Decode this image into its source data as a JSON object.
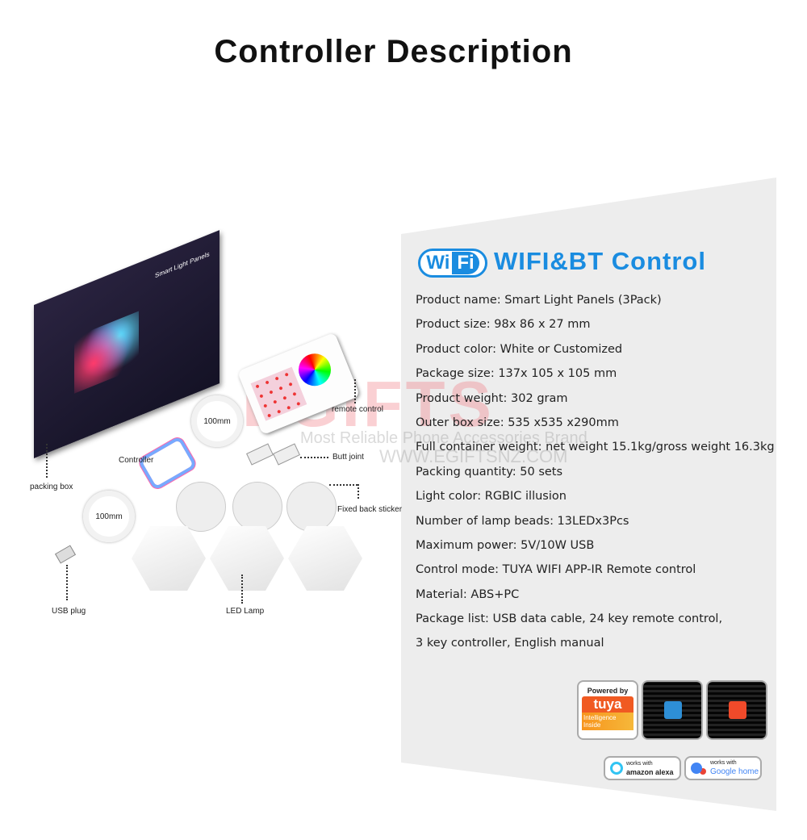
{
  "title": "Controller Description",
  "heading": "WIFI&BT Control",
  "wifi_logo": {
    "a": "Wi",
    "b": "Fi"
  },
  "specs": [
    "Product name: Smart Light Panels (3Pack)",
    "Product size: 98x 86 x 27 mm",
    "Product color: White or Customized",
    "Package size: 137x 105 x 105 mm",
    "Product weight: 302 gram",
    "Outer box size: 535 x535 x290mm",
    "Full container weight: net weight 15.1kg/gross weight 16.3kg",
    "Packing quantity: 50 sets",
    "Light color: RGBIC illusion",
    "Number of lamp beads: 13LEDx3Pcs",
    "Maximum power: 5V/10W USB",
    "Control mode: TUYA WIFI APP-IR Remote control",
    "Material: ABS+PC",
    "Package list: USB data cable, 24 key remote control,",
    "3 key controller, English manual"
  ],
  "diagram": {
    "packing_box": "packing box",
    "controller": "Controller",
    "remote": "remote control",
    "butt_joint": "Butt joint",
    "sticker": "Fixed back sticker",
    "usb": "USB plug",
    "lamp": "LED Lamp",
    "len1": "100mm",
    "len2": "100mm",
    "box_title": "Smart Light Panels"
  },
  "watermark": {
    "brand": "EGIFTS",
    "tagline": "Most Reliable Phone Accessories Brand",
    "url": "WWW.EGIFTSNZ.COM"
  },
  "badges": {
    "tuya_powered": "Powered by",
    "tuya": "tuya",
    "tuya_sub": "Intelligence Inside",
    "alexa_top": "works with",
    "alexa": "amazon alexa",
    "google_top": "works with",
    "google": "Google home"
  }
}
